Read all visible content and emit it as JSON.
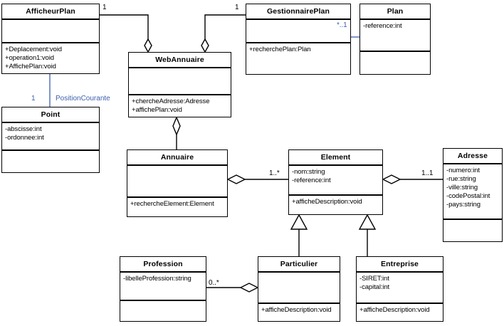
{
  "diagram": {
    "title": "UML Class Diagram - WebAnnuaire",
    "background": "#ffffff",
    "line_color": "#000000",
    "association_accent_color": "#3b5fae"
  },
  "classes": [
    {
      "id": "afficheurplan",
      "name": "AfficheurPlan",
      "attributes": [],
      "operations": [
        "+Deplacement:void",
        "+operation1:void",
        "+AffichePlan:void"
      ]
    },
    {
      "id": "gestionnaireplan",
      "name": "GestionnairePlan",
      "attributes": [],
      "operations": [
        "+recherchePlan:Plan"
      ]
    },
    {
      "id": "plan",
      "name": "Plan",
      "attributes": [
        "-reference:int"
      ],
      "operations": []
    },
    {
      "id": "webannuaire",
      "name": "WebAnnuaire",
      "attributes": [],
      "operations": [
        "+chercheAdresse:Adresse",
        "+affichePlan:void"
      ]
    },
    {
      "id": "point",
      "name": "Point",
      "attributes": [
        "-abscisse:int",
        "-ordonnee:int"
      ],
      "operations": []
    },
    {
      "id": "annuaire",
      "name": "Annuaire",
      "attributes": [],
      "operations": [
        "+rechercheElement:Element"
      ]
    },
    {
      "id": "element",
      "name": "Element",
      "attributes": [
        "-nom:string",
        "-reference:int"
      ],
      "operations": [
        "+afficheDescription:void"
      ]
    },
    {
      "id": "adresse",
      "name": "Adresse",
      "attributes": [
        "-numero:int",
        "-rue:string",
        "-ville:string",
        "-codePostal:int",
        "-pays:string"
      ],
      "operations": []
    },
    {
      "id": "profession",
      "name": "Profession",
      "attributes": [
        "-libelleProfession:string"
      ],
      "operations": []
    },
    {
      "id": "particulier",
      "name": "Particulier",
      "attributes": [],
      "operations": [
        "+afficheDescription:void"
      ]
    },
    {
      "id": "entreprise",
      "name": "Entreprise",
      "attributes": [
        "-SIRET:int",
        "-capital:int"
      ],
      "operations": [
        "+afficheDescription:void"
      ]
    }
  ],
  "relationships": [
    {
      "id": "afficheurplan-webannuaire",
      "type": "aggregation",
      "from": "afficheurplan",
      "to": "webannuaire",
      "source_multiplicity": "1"
    },
    {
      "id": "gestionnaireplan-webannuaire",
      "type": "aggregation",
      "from": "gestionnaireplan",
      "to": "webannuaire",
      "source_multiplicity": "1"
    },
    {
      "id": "gestionnaireplan-plan",
      "type": "association",
      "from": "gestionnaireplan",
      "to": "plan",
      "multiplicity": "*..1",
      "color": "#3b5fae"
    },
    {
      "id": "afficheurplan-point",
      "type": "association",
      "from": "afficheurplan",
      "to": "point",
      "multiplicity": "1",
      "role": "PositionCourante",
      "color": "#3b5fae"
    },
    {
      "id": "webannuaire-annuaire",
      "type": "aggregation",
      "from": "webannuaire",
      "to": "annuaire"
    },
    {
      "id": "annuaire-element",
      "type": "aggregation",
      "from": "annuaire",
      "to": "element",
      "multiplicity": "1..*"
    },
    {
      "id": "element-adresse",
      "type": "aggregation",
      "from": "element",
      "to": "adresse",
      "multiplicity": "1..1"
    },
    {
      "id": "particulier-element",
      "type": "generalization",
      "from": "particulier",
      "to": "element"
    },
    {
      "id": "entreprise-element",
      "type": "generalization",
      "from": "entreprise",
      "to": "element"
    },
    {
      "id": "profession-particulier",
      "type": "aggregation",
      "from": "particulier",
      "to": "profession",
      "multiplicity": "0..*"
    }
  ],
  "labels": {
    "mult_afficheurplan_webannuaire": "1",
    "mult_gestionnaireplan_webannuaire": "1",
    "mult_gestionnaireplan_plan": "*..1",
    "mult_afficheurplan_point": "1",
    "role_positioncourante": "PositionCourante",
    "mult_annuaire_element": "1..*",
    "mult_element_adresse": "1..1",
    "mult_profession_particulier": "0..*"
  }
}
